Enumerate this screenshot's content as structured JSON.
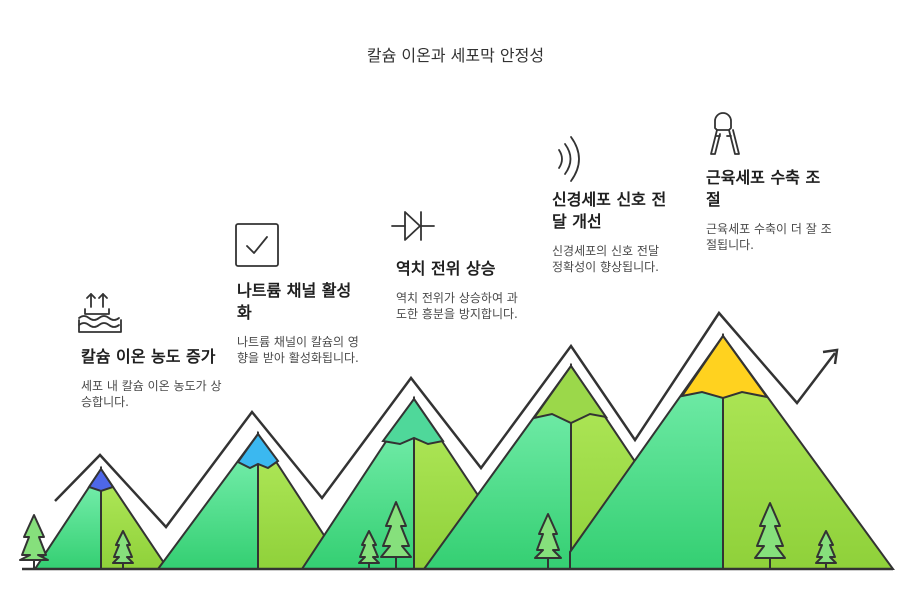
{
  "title": "칼슘 이온과 세포막 안정성",
  "steps": [
    {
      "heading": "칼슘 이온 농도 증가",
      "description": "세포 내 칼슘 이온 농도가 상승합니다.",
      "icon": "water-level-rise-icon",
      "peak_color": "#4e67e8"
    },
    {
      "heading": "나트륨 채널 활성화",
      "description": "나트륨 채널이 칼슘의 영향을 받아 활성화됩니다.",
      "icon": "checkbox-icon",
      "peak_color": "#3bb8f0"
    },
    {
      "heading": "역치 전위 상승",
      "description": "역치 전위가 상승하여 과도한 흥분을 방지합니다.",
      "icon": "diode-icon",
      "peak_color": "#4fd89a"
    },
    {
      "heading": "신경세포 신호 전달 개선",
      "description": "신경세포의 신호 전달 정확성이 향상됩니다.",
      "icon": "signal-waves-icon",
      "peak_color": "#9bd84a"
    },
    {
      "heading": "근육세포 수축 조절",
      "description": "근육세포 수축이 더 잘 조절됩니다.",
      "icon": "hand-grip-icon",
      "peak_color": "#ffd21f"
    }
  ],
  "colors": {
    "mountain_left": "#3ccf7a",
    "mountain_right": "#a6dc3c",
    "tree": "#86e07c",
    "outline": "#333333"
  }
}
